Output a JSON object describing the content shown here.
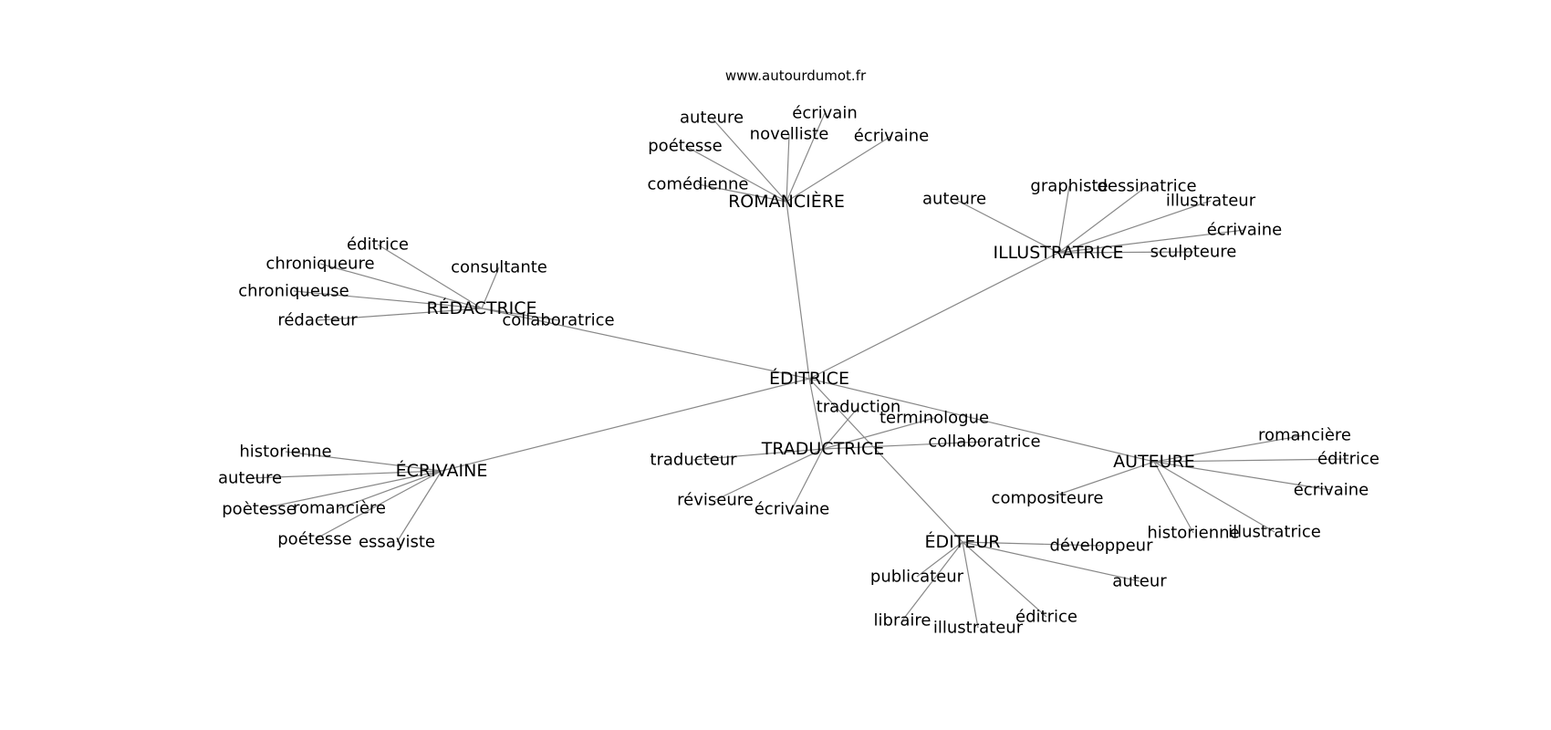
{
  "header": {
    "site": "www.autourdumot.fr"
  },
  "graph": {
    "center": "ÉDITRICE",
    "hubs": [
      {
        "id": "romanciere",
        "label": "ROMANCIÈRE",
        "leaves": [
          {
            "id": "romanciere-auteure",
            "label": "auteure"
          },
          {
            "id": "romanciere-ecrivain",
            "label": "écrivain"
          },
          {
            "id": "romanciere-novelliste",
            "label": "novelliste"
          },
          {
            "id": "romanciere-ecrivaine",
            "label": "écrivaine"
          },
          {
            "id": "romanciere-poetesse",
            "label": "poétesse"
          },
          {
            "id": "romanciere-comedienne",
            "label": "comédienne"
          }
        ]
      },
      {
        "id": "illustratrice",
        "label": "ILLUSTRATRICE",
        "leaves": [
          {
            "id": "illustratrice-auteure",
            "label": "auteure"
          },
          {
            "id": "illustratrice-graphiste",
            "label": "graphiste"
          },
          {
            "id": "illustratrice-dessinatrice",
            "label": "dessinatrice"
          },
          {
            "id": "illustratrice-illustrateur",
            "label": "illustrateur"
          },
          {
            "id": "illustratrice-ecrivaine",
            "label": "écrivaine"
          },
          {
            "id": "illustratrice-sculpteure",
            "label": "sculpteure"
          }
        ]
      },
      {
        "id": "redactrice",
        "label": "RÉDACTRICE",
        "leaves": [
          {
            "id": "redactrice-editrice",
            "label": "éditrice"
          },
          {
            "id": "redactrice-chroniqueure",
            "label": "chroniqueure"
          },
          {
            "id": "redactrice-consultante",
            "label": "consultante"
          },
          {
            "id": "redactrice-chroniqueuse",
            "label": "chroniqueuse"
          },
          {
            "id": "redactrice-redacteur",
            "label": "rédacteur"
          },
          {
            "id": "redactrice-collaboratrice",
            "label": "collaboratrice"
          }
        ]
      },
      {
        "id": "ecrivaine",
        "label": "ÉCRIVAINE",
        "leaves": [
          {
            "id": "ecrivaine-historienne",
            "label": "historienne"
          },
          {
            "id": "ecrivaine-auteure",
            "label": "auteure"
          },
          {
            "id": "ecrivaine-poetesse-1",
            "label": "poètesse"
          },
          {
            "id": "ecrivaine-romanciere",
            "label": "romancière"
          },
          {
            "id": "ecrivaine-poetesse-2",
            "label": "poétesse"
          },
          {
            "id": "ecrivaine-essayiste",
            "label": "essayiste"
          }
        ]
      },
      {
        "id": "traductrice",
        "label": "TRADUCTRICE",
        "leaves": [
          {
            "id": "traductrice-traduction",
            "label": "traduction"
          },
          {
            "id": "traductrice-terminologue",
            "label": "terminologue"
          },
          {
            "id": "traductrice-collaboratrice",
            "label": "collaboratrice"
          },
          {
            "id": "traductrice-traducteur",
            "label": "traducteur"
          },
          {
            "id": "traductrice-reviseure",
            "label": "réviseure"
          },
          {
            "id": "traductrice-ecrivaine",
            "label": "écrivaine"
          }
        ]
      },
      {
        "id": "auteure",
        "label": "AUTEURE",
        "leaves": [
          {
            "id": "auteure-romanciere",
            "label": "romancière"
          },
          {
            "id": "auteure-editrice",
            "label": "éditrice"
          },
          {
            "id": "auteure-ecrivaine",
            "label": "écrivaine"
          },
          {
            "id": "auteure-compositeure",
            "label": "compositeure"
          },
          {
            "id": "auteure-historienne",
            "label": "historienne"
          },
          {
            "id": "auteure-illustratrice",
            "label": "illustratrice"
          }
        ]
      },
      {
        "id": "editeur",
        "label": "ÉDITEUR",
        "leaves": [
          {
            "id": "editeur-developpeur",
            "label": "développeur"
          },
          {
            "id": "editeur-publicateur",
            "label": "publicateur"
          },
          {
            "id": "editeur-auteur",
            "label": "auteur"
          },
          {
            "id": "editeur-libraire",
            "label": "libraire"
          },
          {
            "id": "editeur-illustrateur",
            "label": "illustrateur"
          },
          {
            "id": "editeur-editrice",
            "label": "éditrice"
          }
        ]
      }
    ]
  }
}
